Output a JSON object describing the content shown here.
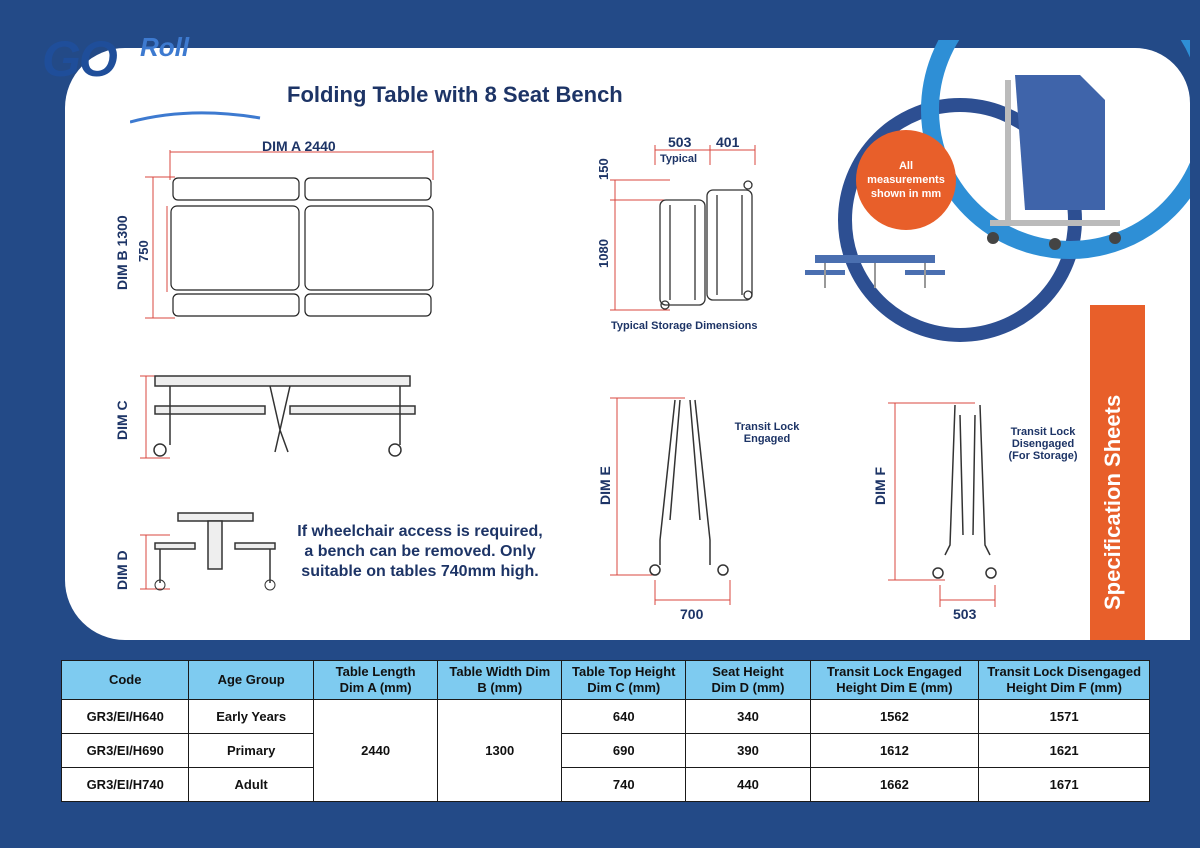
{
  "header": {
    "logo_go": "GO",
    "logo_roll": "Roll",
    "title": "Folding Table with 8 Seat Bench"
  },
  "plan": {
    "dim_a": "DIM A 2440",
    "dim_b": "DIM B 1300",
    "inner": "750"
  },
  "side": {
    "dim_c": "DIM C"
  },
  "end": {
    "dim_d": "DIM D"
  },
  "storage": {
    "w1": "503",
    "w2": "401",
    "typical": "Typical",
    "h1": "150",
    "h2": "1080",
    "caption": "Typical Storage Dimensions"
  },
  "engaged": {
    "dim": "DIM E",
    "label_1": "Transit Lock",
    "label_2": "Engaged",
    "width": "700"
  },
  "disengaged": {
    "dim": "DIM F",
    "label_1": "Transit Lock",
    "label_2": "Disengaged",
    "label_3": "(For Storage)",
    "width": "503"
  },
  "badge": {
    "line1": "All",
    "line2": "measurements",
    "line3": "shown in mm"
  },
  "wheelchair_note": {
    "line1": "If wheelchair access is required,",
    "line2": "a bench can be removed. Only",
    "line3": "suitable on tables 740mm high."
  },
  "side_tab": "Specification Sheets",
  "colors": {
    "navy": "#1d3466",
    "background": "#234a87",
    "orange": "#e85f2a",
    "light_blue": "#7ecbf0",
    "accent_blue": "#2e8fd6"
  },
  "table": {
    "headers": [
      {
        "l1": "Code",
        "l2": ""
      },
      {
        "l1": "Age Group",
        "l2": ""
      },
      {
        "l1": "Table Length",
        "l2": "Dim A (mm)"
      },
      {
        "l1": "Table Width Dim",
        "l2": "B (mm)"
      },
      {
        "l1": "Table Top Height",
        "l2": "Dim C (mm)"
      },
      {
        "l1": "Seat Height",
        "l2": "Dim D (mm)"
      },
      {
        "l1": "Transit Lock Engaged",
        "l2": "Height Dim E (mm)"
      },
      {
        "l1": "Transit Lock Disengaged",
        "l2": "Height Dim F (mm)"
      }
    ],
    "shared_length": "2440",
    "shared_width": "1300",
    "rows": [
      {
        "code": "GR3/EI/H640",
        "age": "Early Years",
        "c": "640",
        "d": "340",
        "e": "1562",
        "f": "1571"
      },
      {
        "code": "GR3/EI/H690",
        "age": "Primary",
        "c": "690",
        "d": "390",
        "e": "1612",
        "f": "1621"
      },
      {
        "code": "GR3/EI/H740",
        "age": "Adult",
        "c": "740",
        "d": "440",
        "e": "1662",
        "f": "1671"
      }
    ]
  }
}
